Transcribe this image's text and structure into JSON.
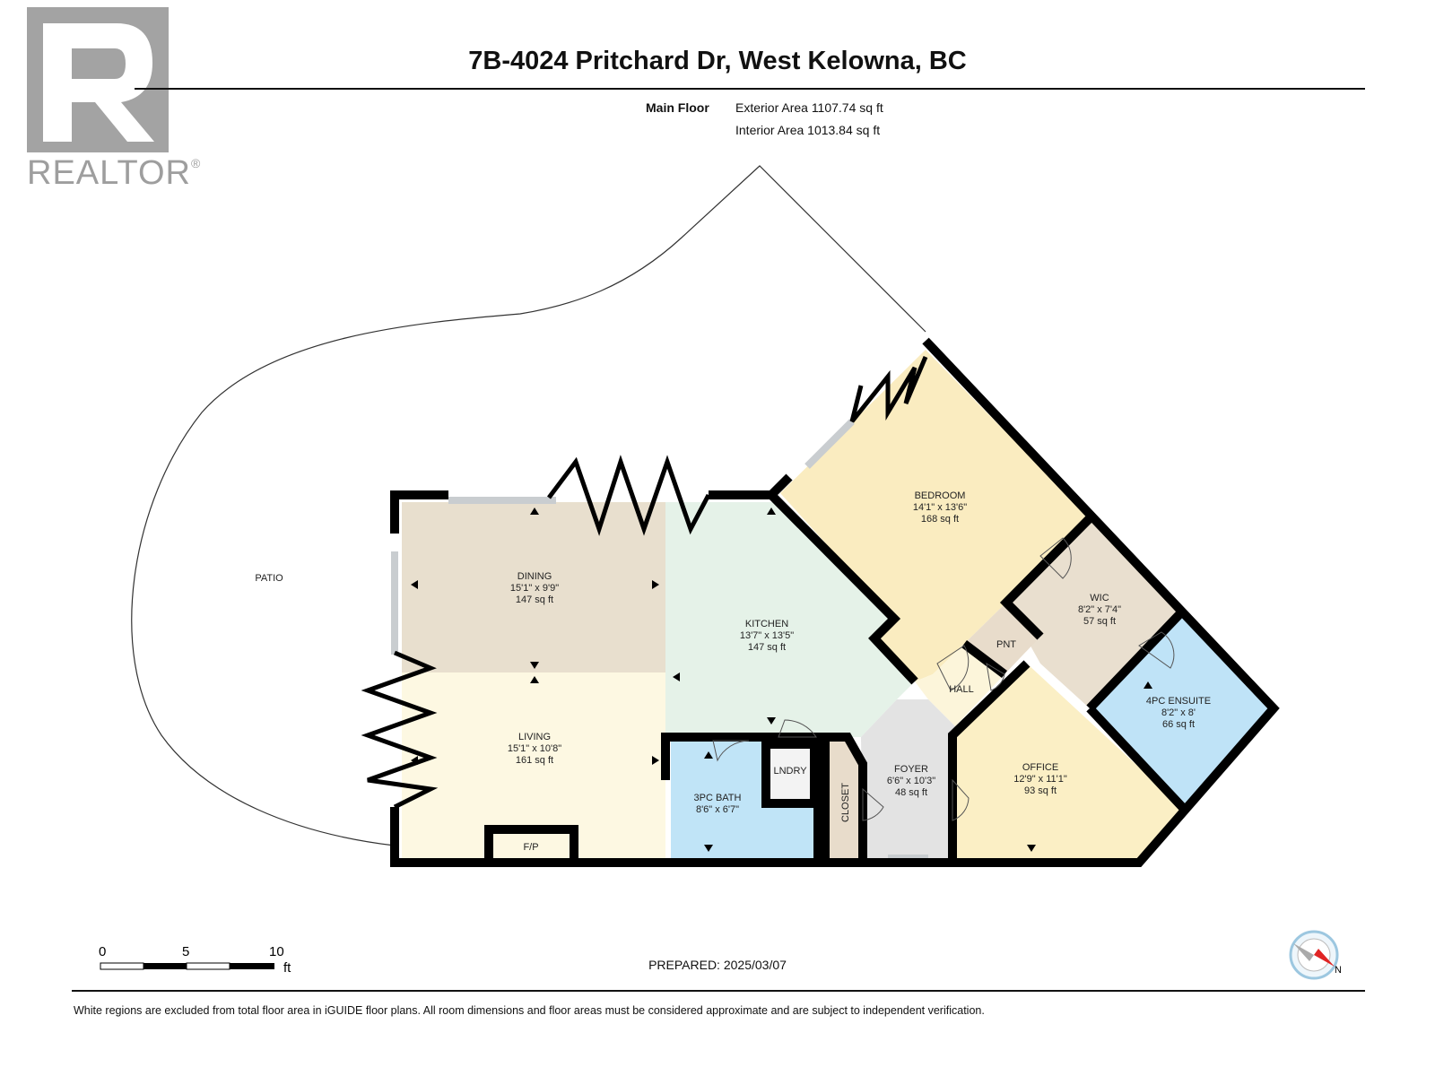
{
  "header": {
    "title": "7B-4024 Pritchard Dr, West Kelowna, BC",
    "floor_label": "Main Floor",
    "exterior_area": "Exterior Area 1107.74 sq ft",
    "interior_area": "Interior Area 1013.84 sq ft"
  },
  "logo": {
    "text": "REALTOR",
    "mark": "®",
    "icon": "realtor-r-logo"
  },
  "rooms": {
    "patio": {
      "name": "PATIO"
    },
    "dining": {
      "name": "DINING",
      "dims": "15'1\" x 9'9\"",
      "area": "147 sq ft"
    },
    "living": {
      "name": "LIVING",
      "dims": "15'1\" x 10'8\"",
      "area": "161 sq ft"
    },
    "kitchen": {
      "name": "KITCHEN",
      "dims": "13'7\" x 13'5\"",
      "area": "147 sq ft"
    },
    "bedroom": {
      "name": "BEDROOM",
      "dims": "14'1\" x 13'6\"",
      "area": "168 sq ft"
    },
    "wic": {
      "name": "WIC",
      "dims": "8'2\" x 7'4\"",
      "area": "57 sq ft"
    },
    "ensuite": {
      "name": "4PC ENSUITE",
      "dims": "8'2\" x 8'",
      "area": "66 sq ft"
    },
    "pnt": {
      "name": "PNT"
    },
    "hall": {
      "name": "HALL"
    },
    "office": {
      "name": "OFFICE",
      "dims": "12'9\" x 11'1\"",
      "area": "93 sq ft"
    },
    "foyer": {
      "name": "FOYER",
      "dims": "6'6\" x 10'3\"",
      "area": "48 sq ft"
    },
    "closet": {
      "name": "CLOSET"
    },
    "bath": {
      "name": "3PC BATH",
      "dims": "8'6\" x 6'7\"",
      "area": ""
    },
    "laundry": {
      "name": "LNDRY"
    },
    "fireplace": {
      "name": "F/P"
    }
  },
  "scale": {
    "labels": [
      "0",
      "5",
      "10"
    ],
    "unit": "ft"
  },
  "compass": {
    "label": "N",
    "icon": "compass-icon"
  },
  "colors": {
    "dining": "#e8dfce",
    "living": "#fdf8e2",
    "kitchen": "#e5f2e8",
    "bedroom": "#faecc0",
    "wic": "#e9dfcf",
    "ensuite": "#bfe3f7",
    "office": "#fbefc5",
    "foyer": "#e3e3e3",
    "bath": "#c0e4f7",
    "closet": "#e8dccb",
    "hall": "#fcf5da"
  },
  "footer": {
    "prepared": "PREPARED: 2025/03/07",
    "disclaimer": "White regions are excluded from total floor area in iGUIDE floor plans. All room dimensions and floor areas must be considered approximate and are subject to independent verification."
  }
}
